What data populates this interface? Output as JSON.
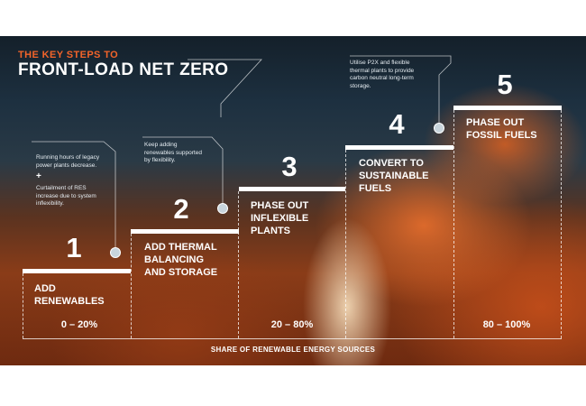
{
  "header": {
    "overline": "THE KEY STEPS TO",
    "title": "FRONT-LOAD NET ZERO"
  },
  "steps": [
    {
      "number": "1",
      "label": "ADD\nRENEWABLES"
    },
    {
      "number": "2",
      "label": "ADD THERMAL\nBALANCING\nAND STORAGE"
    },
    {
      "number": "3",
      "label": "PHASE OUT\nINFLEXIBLE\nPLANTS"
    },
    {
      "number": "4",
      "label": "CONVERT TO\nSUSTAINABLE\nFUELS"
    },
    {
      "number": "5",
      "label": "PHASE OUT\nFOSSIL FUELS"
    }
  ],
  "notes": {
    "step1_top": "Running hours of legacy\npower plants decrease.",
    "step1_plus": "+",
    "step1_bottom": "Curtailment of RES\nincrease due to system\ninflexibility.",
    "step2": "Keep adding\nrenewables supported\nby flexibility.",
    "step4": "Utilise P2X and flexible\nthermal plants to provide\ncarbon neutral long-term\nstorage."
  },
  "ranges": [
    "0 – 20%",
    "20 – 80%",
    "80 – 100%"
  ],
  "axis_title": "SHARE OF RENEWABLE ENERGY SOURCES",
  "colors": {
    "accent": "#f2642a",
    "text": "#ffffff"
  }
}
